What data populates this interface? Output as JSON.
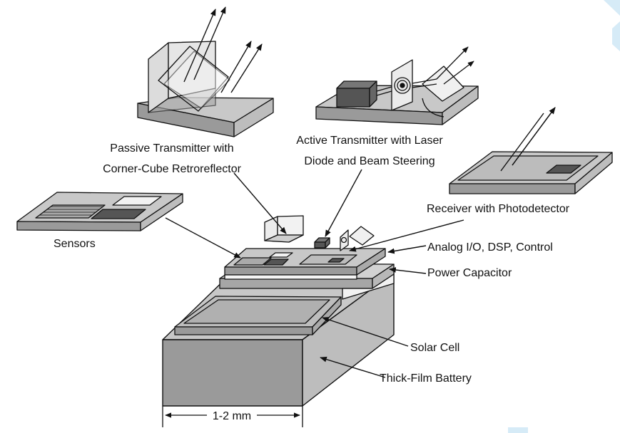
{
  "labels": {
    "passive_line1": "Passive Transmitter with",
    "passive_line2": "Corner-Cube Retroreflector",
    "active_line1": "Active Transmitter with Laser",
    "active_line2": "Diode and Beam Steering",
    "receiver": "Receiver with Photodetector",
    "sensors": "Sensors",
    "analog": "Analog I/O, DSP, Control",
    "capacitor": "Power Capacitor",
    "solar": "Solar Cell",
    "battery": "Thick-Film Battery",
    "dimension": "1-2 mm"
  },
  "colors": {
    "line": "#111111",
    "top": "#c8c8c8",
    "side": "#9a9a9a",
    "dark": "#555555",
    "accent": "#d6ebf7"
  }
}
